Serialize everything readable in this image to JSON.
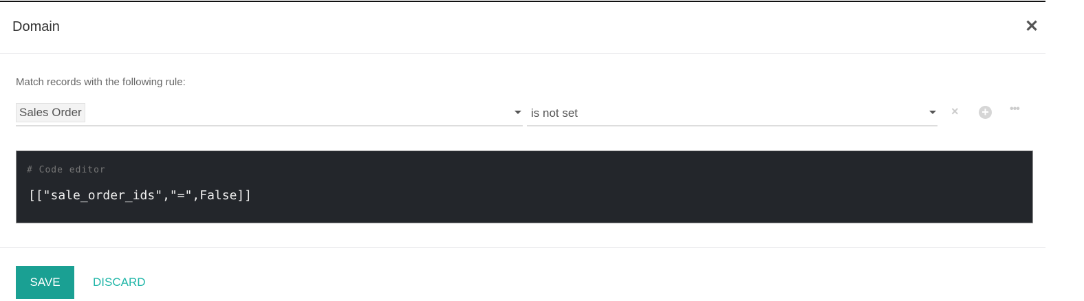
{
  "dialog": {
    "title": "Domain",
    "close_icon": "close-icon"
  },
  "rule": {
    "label": "Match records with the following rule:",
    "field_value": "Sales Order",
    "operator_value": "is not set",
    "icons": [
      "delete-rule-icon",
      "add-rule-icon",
      "more-icon"
    ],
    "delete_glyph": "×",
    "add_glyph": "+",
    "more_glyph": "•••"
  },
  "code_editor": {
    "comment": "# Code editor",
    "code": "[[\"sale_order_ids\",\"=\",False]]"
  },
  "footer": {
    "save_label": "SAVE",
    "discard_label": "DISCARD"
  },
  "colors": {
    "accent": "#1aa093",
    "editor_bg": "#23262b"
  }
}
